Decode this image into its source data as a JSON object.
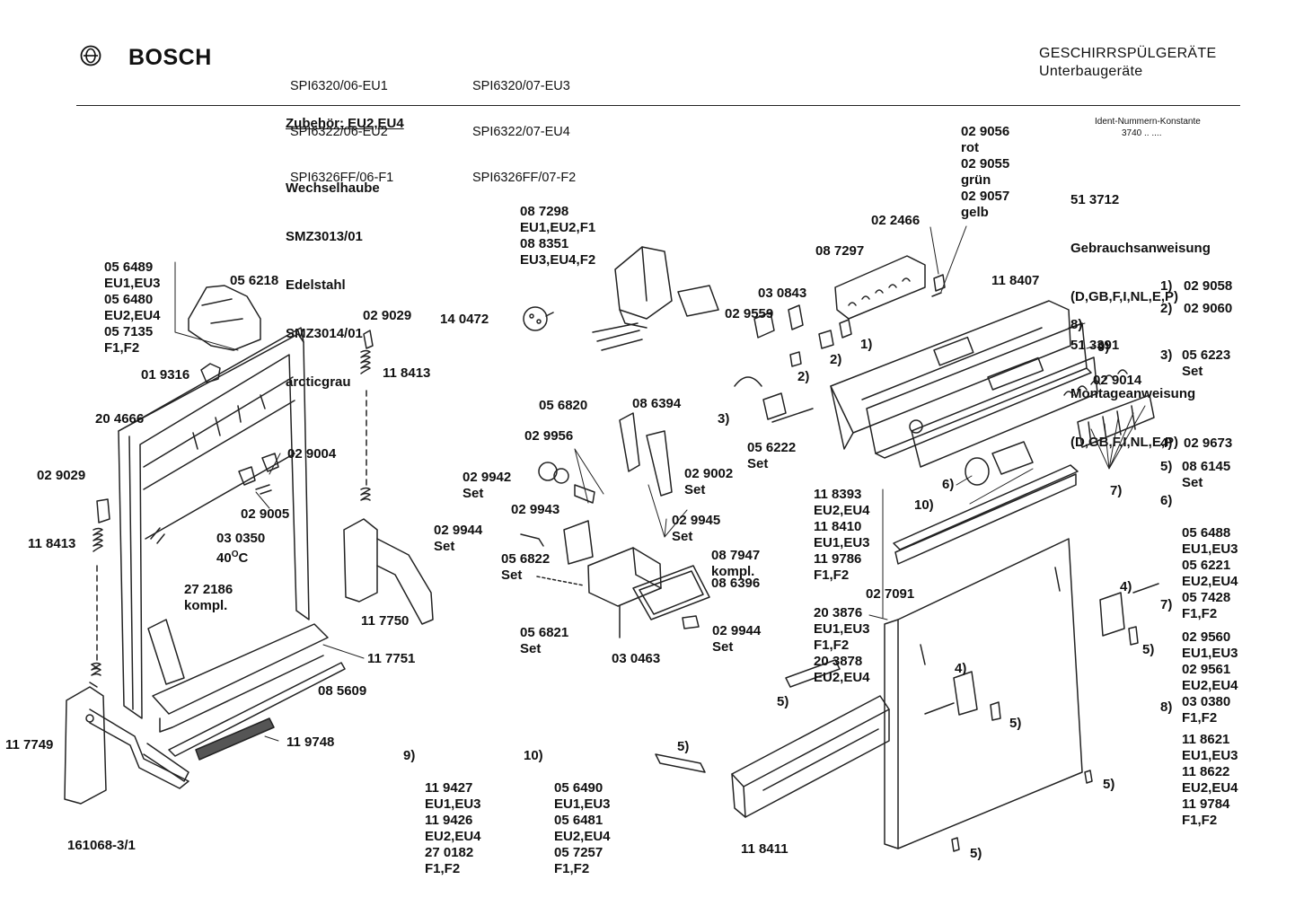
{
  "header": {
    "brand": "BOSCH",
    "models_col1": [
      "SPI6320/06-EU1",
      "SPI6322/06-EU2",
      "SPI6326FF/06-F1"
    ],
    "models_col2": [
      "SPI6320/07-EU3",
      "SPI6322/07-EU4",
      "SPI6326FF/07-F2"
    ],
    "category": "GESCHIRRSPÜLGERÄTE",
    "subcategory": "Unterbaugeräte",
    "ident_label": "Ident-Nummern-Konstante",
    "ident_value": "3740 .. ...."
  },
  "accessory": {
    "title": "Zubehör: EU2,EU4",
    "lines": [
      "Wechselhaube",
      "SMZ3013/01",
      "Edelstahl",
      "SMZ3014/01",
      "arcticgrau"
    ]
  },
  "manuals": [
    "51 3712",
    "Gebrauchsanweisung",
    "(D,GB,F,I,NL,E,P)",
    "51 3391",
    "Montageanweisung",
    "(D,GB,F,I,NL,E,P)"
  ],
  "legend_right": [
    {
      "key": "1)",
      "lines": [
        "02 9058"
      ]
    },
    {
      "key": "2)",
      "lines": [
        "02 9060"
      ]
    },
    {
      "key": "3)",
      "lines": [
        "05 6223",
        "Set"
      ]
    },
    {
      "key": "4)",
      "lines": [
        "02 9673"
      ]
    },
    {
      "key": "5)",
      "lines": [
        "08 6145",
        "Set"
      ]
    },
    {
      "key": "6)",
      "lines": [
        "05 6488",
        "EU1,EU3",
        "05 6221",
        "EU2,EU4",
        "05 7428",
        "F1,F2"
      ]
    },
    {
      "key": "7)",
      "lines": [
        "02 9560",
        "EU1,EU3",
        "02 9561",
        "EU2,EU4",
        "03 0380",
        "F1,F2"
      ]
    },
    {
      "key": "8)",
      "lines": [
        "11 8621",
        "EU1,EU3",
        "11 8622",
        "EU2,EU4",
        "11 9784",
        "F1,F2"
      ]
    }
  ],
  "legend_bottom": [
    {
      "key": "9)",
      "lines": [
        "11 9427",
        "EU1,EU3",
        "11 9426",
        "EU2,EU4",
        "27 0182",
        "F1,F2"
      ]
    },
    {
      "key": "10)",
      "lines": [
        "05 6490",
        "EU1,EU3",
        "05 6481",
        "EU2,EU4",
        "05 7257",
        "F1,F2"
      ]
    }
  ],
  "drawing_number": "161068-3/1",
  "part_labels": {
    "p056489": "05 6489\nEU1,EU3\n05 6480\nEU2,EU4\n05 7135\nF1,F2",
    "p056218": "05 6218",
    "p019316": "01 9316",
    "p204666": "20 4666",
    "p029029a": "02 9029",
    "p118413a": "11 8413",
    "p029004": "02 9004",
    "p029005": "02 9005",
    "p030350": "03 0350",
    "p40c": "40",
    "p40c_sup": "O",
    "p40c_unit": "C",
    "p272186": "27 2186\nkompl.",
    "p117749": "11 7749",
    "p119748": "11 9748",
    "p085609": "08 5609",
    "p117751": "11 7751",
    "p117750": "11 7750",
    "p029029b": "02 9029",
    "p118413b": "11 8413",
    "p087298": "08 7298\nEU1,EU2,F1\n08 8351\nEU3,EU4,F2",
    "p140472": "14 0472",
    "p056820": "05 6820",
    "p086394": "08 6394",
    "p029956": "02 9956",
    "p029942": "02 9942\nSet",
    "p029943": "02 9943",
    "p029944a": "02 9944\nSet",
    "p056822": "05 6822\nSet",
    "p056821": "05 6821\nSet",
    "p030463": "03 0463",
    "p029944b": "02 9944\nSet",
    "p086396": "08 6396",
    "p087947": "08 7947\nkompl.",
    "p029945": "02 9945\nSet",
    "p029002": "02 9002\nSet",
    "p030843": "03 0843",
    "p029559": "02 9559",
    "p087297": "08 7297",
    "p022466": "02 2466",
    "p029056": "02 9056\nrot\n02 9055\ngrün\n02 9057\ngelb",
    "p118407": "11 8407",
    "p056222": "05 6222\nSet",
    "p029014": "02 9014",
    "p118393": "11 8393\nEU2,EU4\n11 8410\nEU1,EU3\n11 9786\nF1,F2",
    "p027091": "02 7091",
    "p203876": "20 3876\nEU1,EU3\nF1,F2\n20 3878\nEU2,EU4",
    "p118411": "11 8411",
    "c1": "1)",
    "c2a": "2)",
    "c2b": "2)",
    "c3": "3)",
    "c4a": "4)",
    "c4b": "4)",
    "c5a": "5)",
    "c5b": "5)",
    "c5c": "5)",
    "c5d": "5)",
    "c5e": "5)",
    "c5f": "5)",
    "c6": "6)",
    "c7": "7)",
    "c8": "8)",
    "c9": "9)",
    "c10": "10)"
  }
}
